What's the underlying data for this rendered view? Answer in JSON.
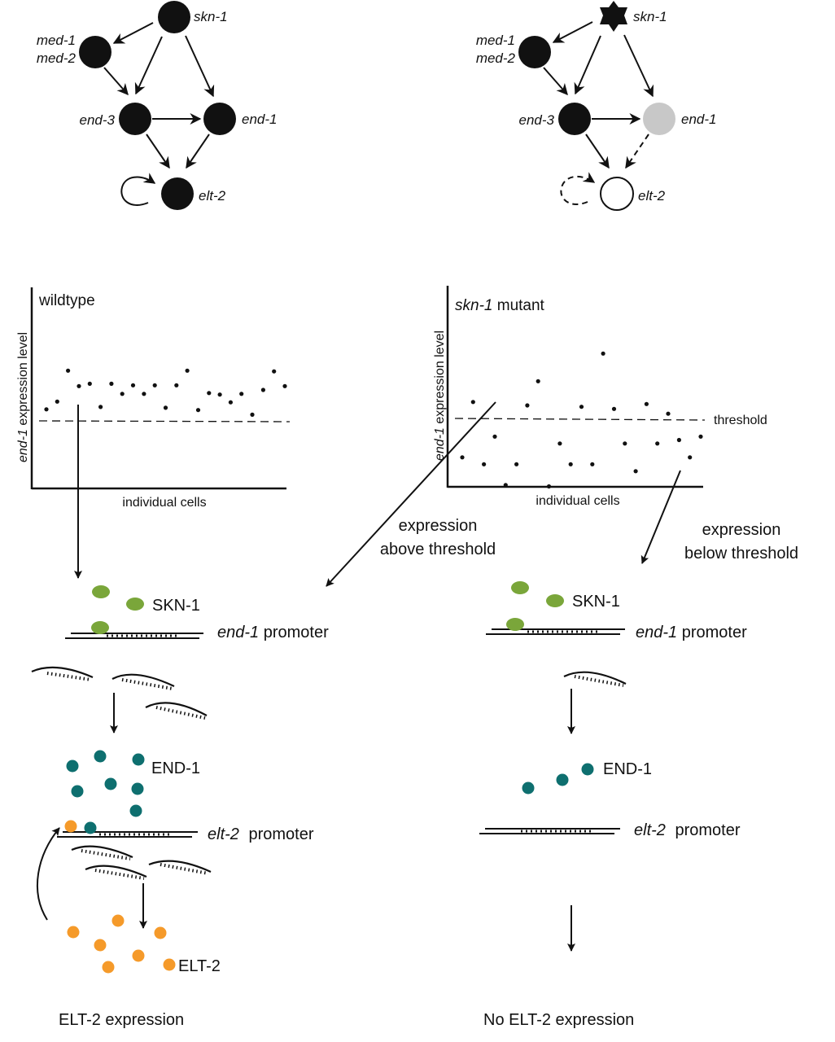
{
  "colors": {
    "ink": "#111111",
    "gray_node": "#c8c8c8",
    "skn1_protein": "#7aa63a",
    "end1_protein": "#0e6f6f",
    "elt2_protein": "#f59a2a"
  },
  "networks": {
    "wildtype": {
      "nodes": [
        {
          "id": "skn-1",
          "label": "skn-1",
          "state": "on",
          "shape": "circle"
        },
        {
          "id": "med",
          "label_lines": [
            "med-1",
            "med-2"
          ],
          "state": "on",
          "shape": "circle"
        },
        {
          "id": "end-3",
          "label": "end-3",
          "state": "on",
          "shape": "circle"
        },
        {
          "id": "end-1",
          "label": "end-1",
          "state": "on",
          "shape": "circle"
        },
        {
          "id": "elt-2",
          "label": "elt-2",
          "state": "on",
          "shape": "circle"
        }
      ],
      "edges": [
        {
          "from": "skn-1",
          "to": "med",
          "style": "solid"
        },
        {
          "from": "skn-1",
          "to": "end-3",
          "style": "solid"
        },
        {
          "from": "skn-1",
          "to": "end-1",
          "style": "solid"
        },
        {
          "from": "med",
          "to": "end-3",
          "style": "solid"
        },
        {
          "from": "end-3",
          "to": "end-1",
          "style": "solid"
        },
        {
          "from": "end-3",
          "to": "elt-2",
          "style": "solid"
        },
        {
          "from": "end-1",
          "to": "elt-2",
          "style": "solid"
        },
        {
          "from": "elt-2",
          "to": "elt-2",
          "style": "solid"
        }
      ]
    },
    "mutant": {
      "nodes": [
        {
          "id": "skn-1",
          "label": "skn-1",
          "state": "mutant",
          "shape": "star"
        },
        {
          "id": "med",
          "label_lines": [
            "med-1",
            "med-2"
          ],
          "state": "on",
          "shape": "circle"
        },
        {
          "id": "end-3",
          "label": "end-3",
          "state": "on",
          "shape": "circle"
        },
        {
          "id": "end-1",
          "label": "end-1",
          "state": "partial",
          "shape": "circle"
        },
        {
          "id": "elt-2",
          "label": "elt-2",
          "state": "off",
          "shape": "circle"
        }
      ],
      "edges": [
        {
          "from": "skn-1",
          "to": "med",
          "style": "solid"
        },
        {
          "from": "skn-1",
          "to": "end-3",
          "style": "solid"
        },
        {
          "from": "skn-1",
          "to": "end-1",
          "style": "solid"
        },
        {
          "from": "med",
          "to": "end-3",
          "style": "solid"
        },
        {
          "from": "end-3",
          "to": "end-1",
          "style": "solid"
        },
        {
          "from": "end-3",
          "to": "elt-2",
          "style": "solid"
        },
        {
          "from": "end-1",
          "to": "elt-2",
          "style": "dashed"
        },
        {
          "from": "elt-2",
          "to": "elt-2",
          "style": "dashed"
        }
      ]
    }
  },
  "plots": {
    "wildtype": {
      "title": "wildtype",
      "ylabel_italic": "end-1",
      "ylabel_rest": " expression level",
      "xlabel": "individual cells",
      "threshold": 0.0,
      "values": [
        0.15,
        0.25,
        0.65,
        0.45,
        0.48,
        0.18,
        0.48,
        0.35,
        0.46,
        0.35,
        0.46,
        0.17,
        0.46,
        0.65,
        0.14,
        0.36,
        0.34,
        0.24,
        0.35,
        0.08,
        0.4,
        0.64,
        0.45
      ]
    },
    "mutant": {
      "title_italic": "skn-1",
      "title_rest": " mutant",
      "ylabel_italic": "end-1",
      "ylabel_rest": " expression level",
      "xlabel": "individual cells",
      "threshold_label": "threshold",
      "threshold": 0.0,
      "values": [
        -0.55,
        0.25,
        -0.65,
        -0.25,
        -0.95,
        -0.65,
        0.2,
        0.55,
        -0.97,
        -0.35,
        -0.65,
        0.18,
        -0.65,
        0.95,
        0.15,
        -0.35,
        -0.75,
        0.22,
        -0.35,
        0.08,
        -0.3,
        -0.55,
        -0.25
      ]
    }
  },
  "arrows": {
    "above_threshold": [
      "expression",
      "above threshold"
    ],
    "below_threshold": [
      "expression",
      "below threshold"
    ]
  },
  "left_pathway": {
    "skn1_label": "SKN-1",
    "end1_promoter_italic": "end-1",
    "end1_promoter_rest": " promoter",
    "end1_transcripts": 3,
    "end1_protein_label": "END-1",
    "end1_protein_count": 8,
    "elt2_promoter_italic": "elt-2",
    "elt2_promoter_rest": " promoter",
    "elt2_transcripts": 3,
    "elt2_protein_label": "ELT-2",
    "elt2_protein_count": 7,
    "outcome": "ELT-2 expression"
  },
  "right_pathway": {
    "skn1_label": "SKN-1",
    "end1_promoter_italic": "end-1",
    "end1_promoter_rest": " promoter",
    "end1_transcripts": 1,
    "end1_protein_label": "END-1",
    "end1_protein_count": 3,
    "elt2_promoter_italic": "elt-2",
    "elt2_promoter_rest": " promoter",
    "outcome": "No ELT-2 expression"
  }
}
